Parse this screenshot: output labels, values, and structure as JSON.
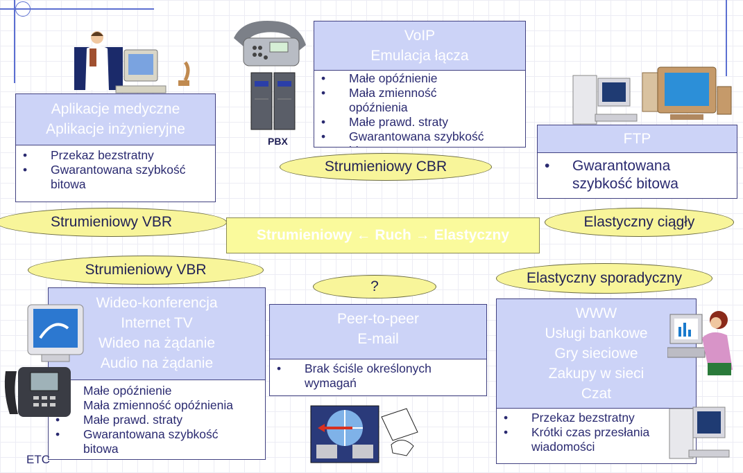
{
  "boxes": {
    "medical": {
      "head": [
        "Aplikacje medyczne",
        "Aplikacje inżynieryjne"
      ],
      "items": [
        "Przekaz bezstratny",
        "Gwarantowana szybkość",
        "bitowa"
      ]
    },
    "voip": {
      "head": [
        "VoIP",
        "Emulacja łącza"
      ],
      "items": [
        "Małe opóźnienie",
        "Mała zmienność",
        "opóźnienia",
        "Małe prawd. straty",
        "Gwarantowana szybkość",
        "bitowa"
      ]
    },
    "ftp": {
      "head": [
        "FTP"
      ],
      "items": [
        "Gwarantowana",
        "szybkość bitowa"
      ]
    },
    "video": {
      "head": [
        "Wideo-konferencja",
        "Internet TV",
        "Wideo na żądanie",
        "Audio na żądanie"
      ],
      "items": [
        "Małe opóźnienie",
        "Mała zmienność opóźnienia",
        "Małe prawd. straty",
        "Gwarantowana szybkość",
        "bitowa"
      ]
    },
    "p2p": {
      "head": [
        "Peer-to-peer",
        "E-mail"
      ],
      "items": [
        "Brak ściśle określonych",
        "wymagań"
      ]
    },
    "www": {
      "head": [
        "WWW",
        "Usługi bankowe",
        "Gry sieciowe",
        "Zakupy w sieci",
        "Czat"
      ],
      "items": [
        "Przekaz bezstratny",
        "Krótki czas przesłania",
        "wiadomości"
      ]
    }
  },
  "ovals": {
    "cbr": "Strumieniowy CBR",
    "vbr_top": "Strumieniowy VBR",
    "elastic_cont": "Elastyczny ciągły",
    "vbr_bottom": "Strumieniowy VBR",
    "unknown": "?",
    "elastic_sporadic": "Elastyczny sporadyczny"
  },
  "center": {
    "left": "Strumieniowy",
    "middle": "Ruch",
    "right": "Elastyczny",
    "arrow_left": "←",
    "arrow_right": "→"
  },
  "captions": {
    "pbx": "PBX",
    "footer": "ETC"
  },
  "colors": {
    "box_head": "#ccd3f7",
    "oval": "#f8f59a",
    "center": "#fafa9c",
    "text": "#2a2a70",
    "accent_line": "#5b6fd1"
  },
  "icons": [
    "doctor-computer-icon",
    "desk-phone-icon",
    "pbx-server-icon",
    "workstations-icon",
    "videophone-tv-icon",
    "ip-phone-icon",
    "network-transfer-icon",
    "user-at-computer-icon",
    "desktop-pc-icon"
  ]
}
